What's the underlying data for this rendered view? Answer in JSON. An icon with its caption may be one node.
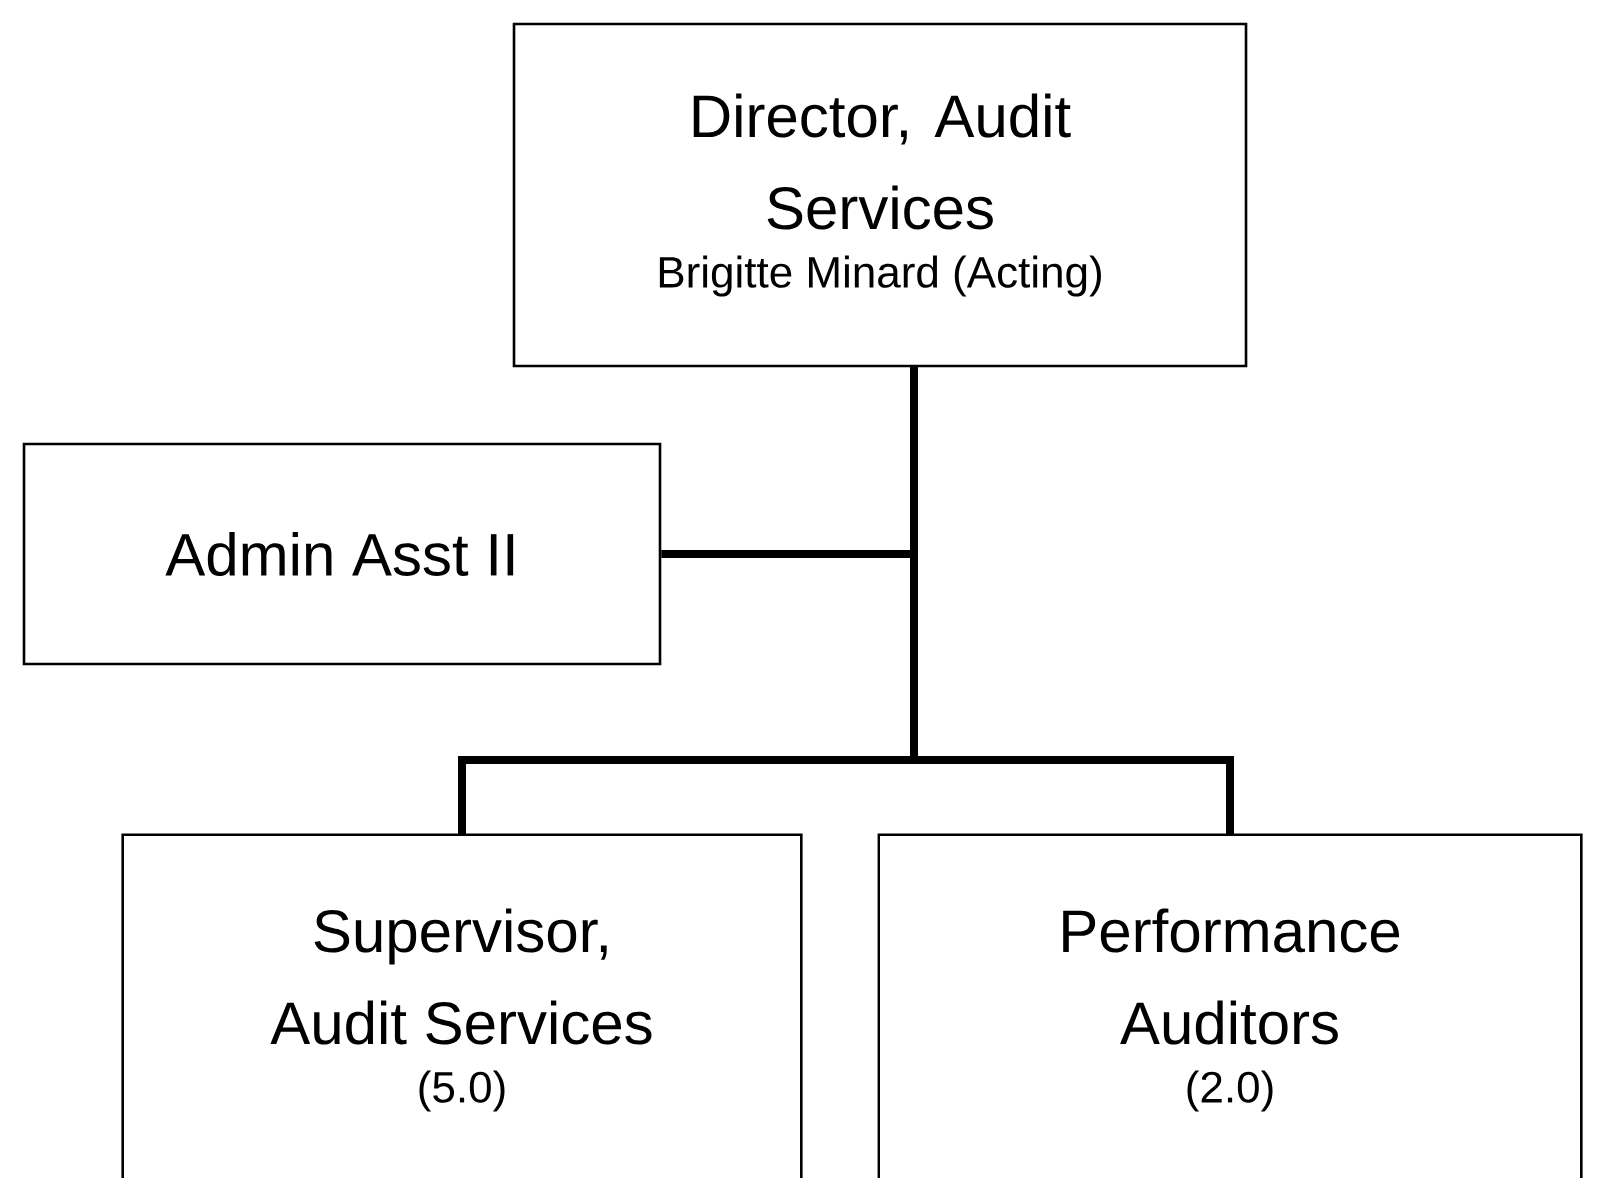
{
  "diagram": {
    "nodes": [
      {
        "text": [
          "Director, Audit Services",
          "Brigitte Minard (Acting)"
        ]
      },
      {
        "text": [
          "Admin Asst II"
        ]
      },
      {
        "text": [
          "Supervisor, Audit Services",
          "(5.0)"
        ]
      },
      {
        "text": [
          "Performance Auditors",
          "(2.0)"
        ]
      }
    ],
    "edges": [
      {
        "from": 0,
        "to": 1,
        "arrow": "none"
      },
      {
        "from": 0,
        "to": 2,
        "arrow": "none"
      },
      {
        "from": 0,
        "to": 3,
        "arrow": "none"
      }
    ]
  }
}
